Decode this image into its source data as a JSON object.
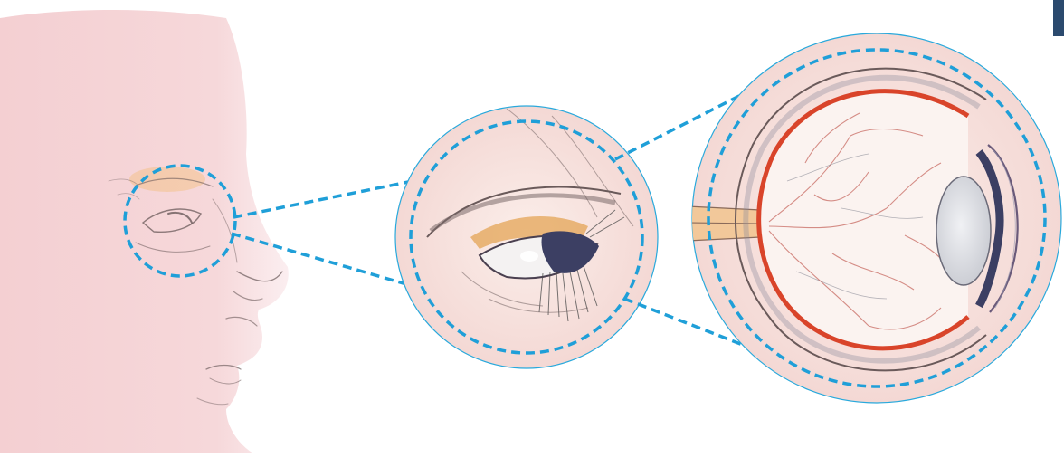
{
  "illustration": {
    "subject": "",
    "zoom_levels": [
      "face-profile",
      "eye-closeup",
      "eyeball-cross-section"
    ]
  },
  "colors": {
    "skin": "#f6d6d8",
    "skin_edge": "#f9e6e8",
    "circle_fill": "#f8e4e0",
    "circle_outline": "#29a9dc",
    "dashed_line": "#1f9fd8",
    "sclera_red": "#d9442a",
    "choroid_orange": "#e8823a",
    "vessel": "#c86a62",
    "optic_nerve": "#f2c89a",
    "lens": "#dcdde2",
    "iris": "#3c3f63",
    "pencil": "#6a5a5a",
    "corner_tab": "#2b4a6e",
    "brow_glow": "#f3b860"
  }
}
